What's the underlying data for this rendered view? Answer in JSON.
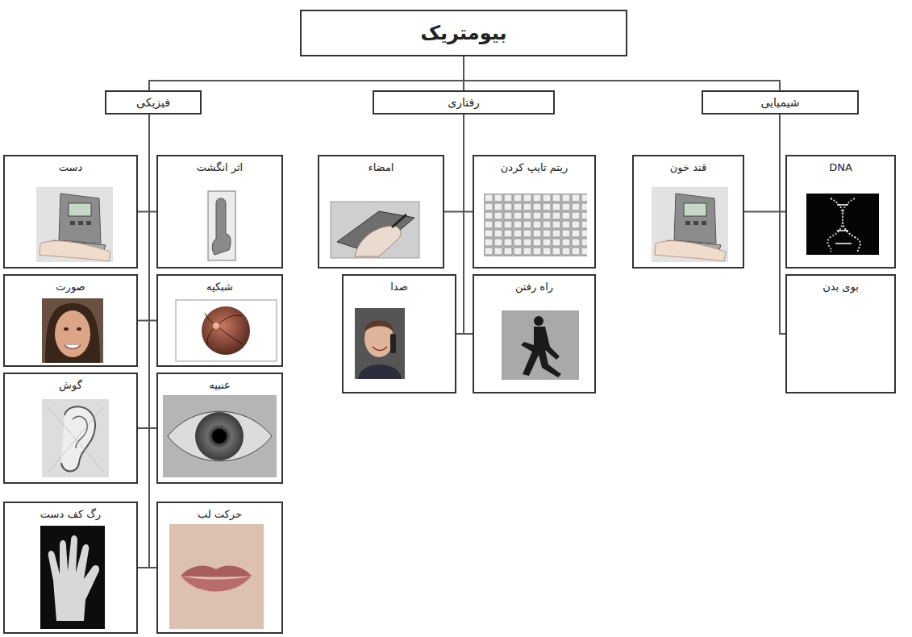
{
  "diagram": {
    "nodes": [
      {
        "text": [
          "بیومتریک"
        ]
      },
      {
        "text": [
          "شیمیایی"
        ]
      },
      {
        "text": [
          "رفتاری"
        ]
      },
      {
        "text": [
          "فیزیکی"
        ]
      },
      {
        "text": [
          "DNA"
        ]
      },
      {
        "text": [
          "قند خون"
        ]
      },
      {
        "text": [
          "بوی بدن"
        ]
      },
      {
        "text": [
          "ریتم تایپ کردن"
        ]
      },
      {
        "text": [
          "امضاء"
        ]
      },
      {
        "text": [
          "راه رفتن"
        ]
      },
      {
        "text": [
          "صدا"
        ]
      },
      {
        "text": [
          "اثر انگشت"
        ]
      },
      {
        "text": [
          "دست"
        ]
      },
      {
        "text": [
          "شبکیه"
        ]
      },
      {
        "text": [
          "صورت"
        ]
      },
      {
        "text": [
          "عنبیه"
        ]
      },
      {
        "text": [
          "گوش"
        ]
      },
      {
        "text": [
          "حرکت لب"
        ]
      },
      {
        "text": [
          "رگ کف دست"
        ]
      }
    ],
    "edges": [
      {
        "from": 0,
        "to": 1,
        "arrow": "none"
      },
      {
        "from": 0,
        "to": 2,
        "arrow": "none"
      },
      {
        "from": 0,
        "to": 3,
        "arrow": "none"
      },
      {
        "from": 1,
        "to": 4,
        "arrow": "none"
      },
      {
        "from": 1,
        "to": 5,
        "arrow": "none"
      },
      {
        "from": 1,
        "to": 6,
        "arrow": "none"
      },
      {
        "from": 2,
        "to": 7,
        "arrow": "none"
      },
      {
        "from": 2,
        "to": 8,
        "arrow": "none"
      },
      {
        "from": 2,
        "to": 9,
        "arrow": "none"
      },
      {
        "from": 2,
        "to": 10,
        "arrow": "none"
      },
      {
        "from": 3,
        "to": 11,
        "arrow": "none"
      },
      {
        "from": 3,
        "to": 12,
        "arrow": "none"
      },
      {
        "from": 3,
        "to": 13,
        "arrow": "none"
      },
      {
        "from": 3,
        "to": 14,
        "arrow": "none"
      },
      {
        "from": 3,
        "to": 15,
        "arrow": "none"
      },
      {
        "from": 3,
        "to": 16,
        "arrow": "none"
      },
      {
        "from": 3,
        "to": 17,
        "arrow": "none"
      },
      {
        "from": 3,
        "to": 18,
        "arrow": "none"
      }
    ]
  }
}
